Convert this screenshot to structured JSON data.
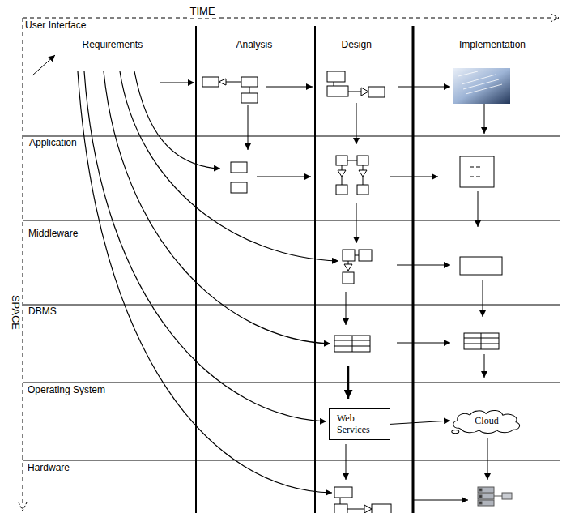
{
  "diagram": {
    "nodes": [
      {
        "text": [
          "Web Services"
        ]
      },
      {
        "text": [
          "Cloud"
        ]
      }
    ],
    "edges": [
      {
        "from": 0,
        "to": 1,
        "arrow": "to"
      }
    ],
    "labels": [
      "TIME",
      "User Interface",
      "Requirements",
      "Analysis",
      "Design",
      "Implementation",
      "Application",
      "Middleware",
      "DBMS",
      "Operating System",
      "Hardware",
      "SPACE"
    ]
  }
}
